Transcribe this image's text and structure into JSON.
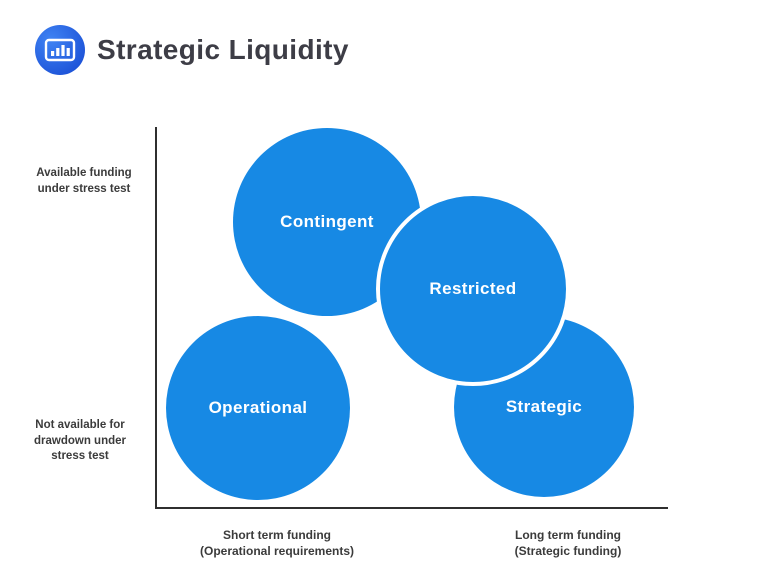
{
  "header": {
    "title": "Strategic Liquidity",
    "icon": "bar-chart-icon"
  },
  "colors": {
    "bubble_blue": "#1789e4",
    "title_text": "#3d3d46",
    "axis_line": "#2f2f2f",
    "label_text": "#3b3b3b",
    "icon_grad_start": "#3f83f3",
    "icon_grad_end": "#1b50d6"
  },
  "chart": {
    "bubbles": [
      {
        "label": "Contingent"
      },
      {
        "label": "Restricted"
      },
      {
        "label": "Operational"
      },
      {
        "label": "Strategic"
      }
    ],
    "y_axis": {
      "top_label": "Available funding\nunder stress test",
      "bottom_label": "Not available for\ndrawdown under\nstress test"
    },
    "x_axis": {
      "left_label": "Short term funding\n(Operational requirements)",
      "right_label": "Long term funding\n(Strategic funding)"
    }
  }
}
